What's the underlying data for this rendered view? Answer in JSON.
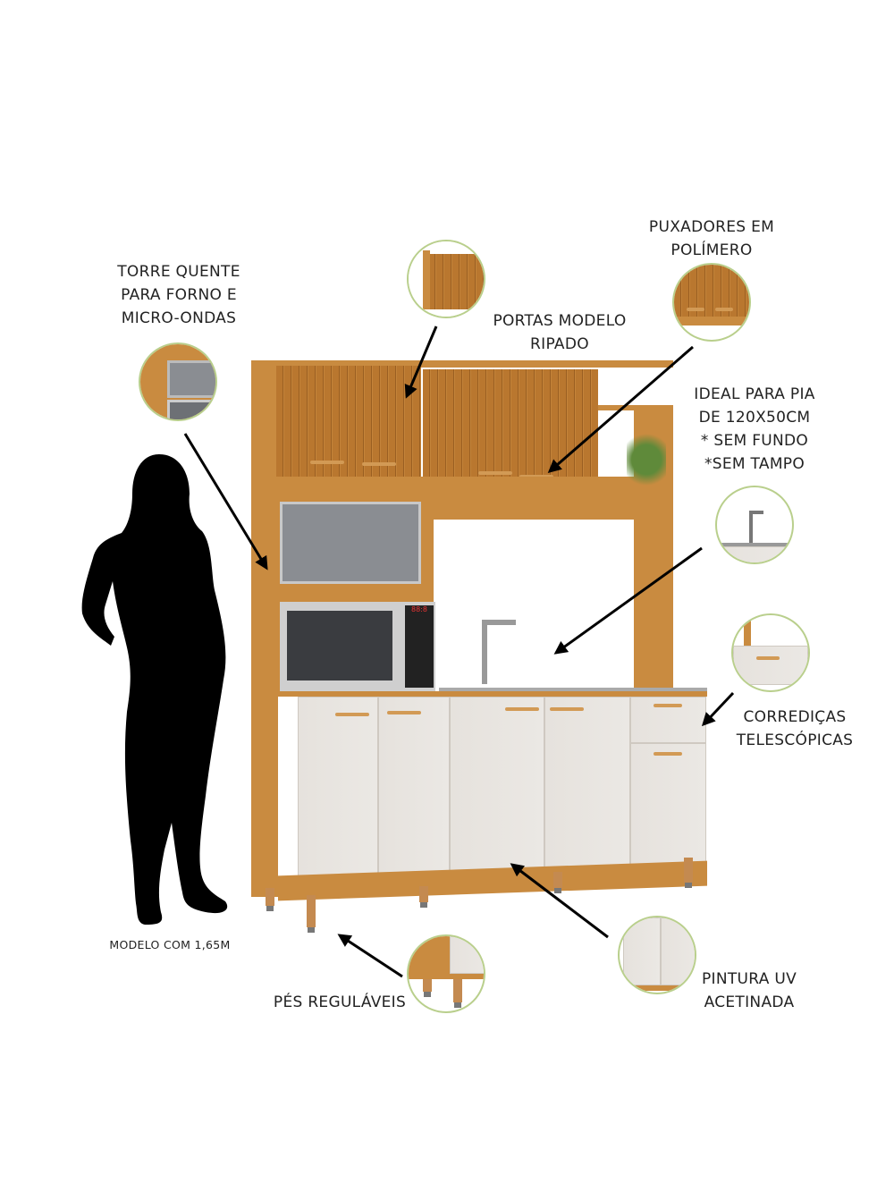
{
  "labels": {
    "torre": [
      "TORRE QUENTE",
      "PARA FORNO E",
      "MICRO-ONDAS"
    ],
    "portas": [
      "PORTAS MODELO",
      "RIPADO"
    ],
    "puxadores": [
      "PUXADORES EM",
      "POLÍMERO"
    ],
    "pia": [
      "IDEAL PARA PIA",
      "DE 120X50CM",
      "* SEM FUNDO",
      "*SEM TAMPO"
    ],
    "corredicas": [
      "CORREDIÇAS",
      "TELESCÓPICAS"
    ],
    "pintura": [
      "PINTURA UV",
      "ACETINADA"
    ],
    "pes": "PÉS REGULÁVEIS",
    "modelo": "MODELO COM 1,65M"
  },
  "microwave_display": "88:8",
  "colors": {
    "wood": "#c98b40",
    "door_white": "#e8e4df",
    "circle_border": "#b9cf8c"
  }
}
